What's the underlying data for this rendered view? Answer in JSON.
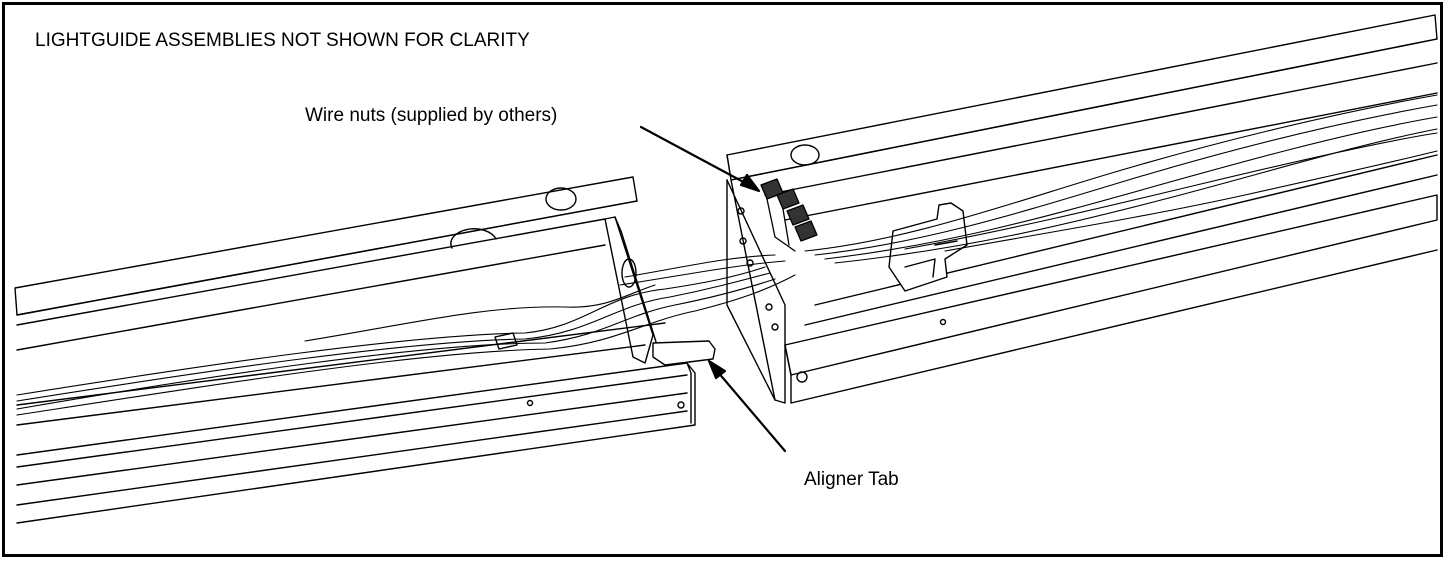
{
  "note": "LIGHTGUIDE ASSEMBLIES NOT SHOWN FOR CLARITY",
  "callouts": {
    "wire_nuts": "Wire nuts (supplied by others)",
    "aligner_tab": "Aligner Tab"
  },
  "colors": {
    "line": "#000000",
    "background": "#ffffff",
    "shade": "#dcdcdc"
  }
}
